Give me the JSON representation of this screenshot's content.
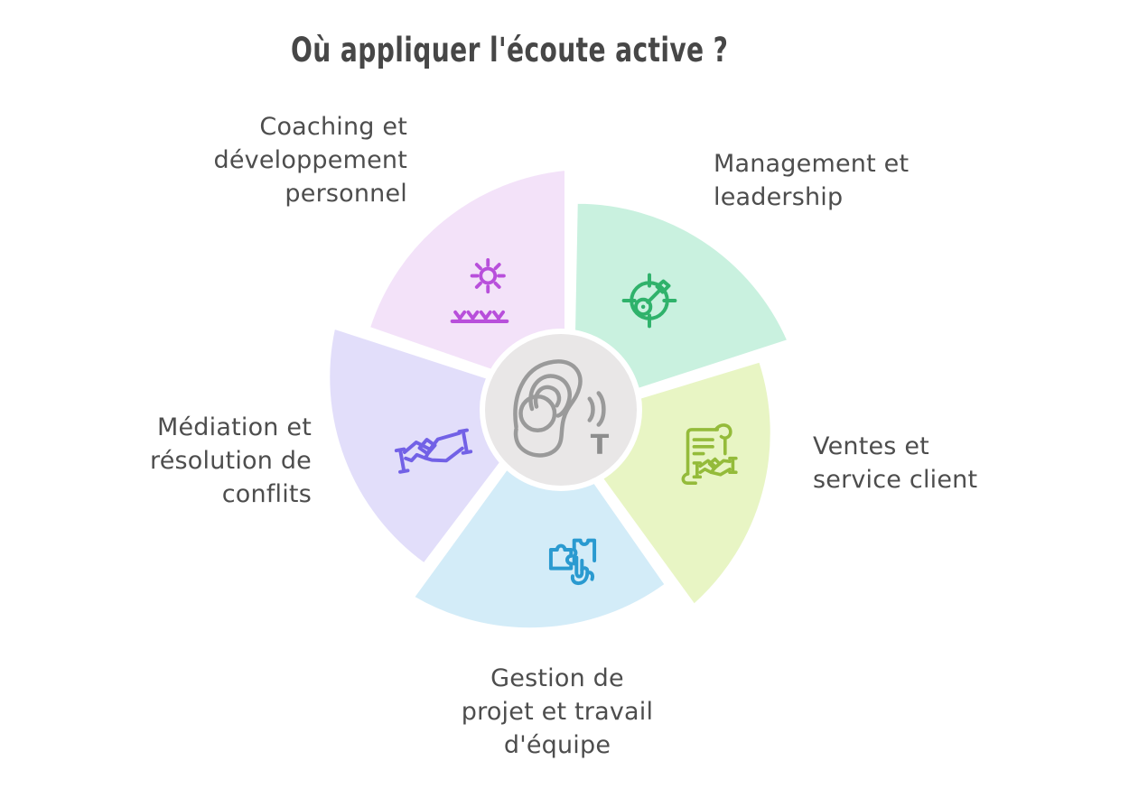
{
  "title": "Où appliquer l'écoute active ?",
  "background": "#ffffff",
  "text_color": "#4d4d4d",
  "center": {
    "icon": "ear-hearing-loop-icon",
    "circle_fill": "#e9e7e7",
    "ring_color": "#ffffff",
    "icon_color": "#9a9a9a",
    "t_label": "T"
  },
  "segments": [
    {
      "name": "coaching",
      "label": "Coaching et développement personnel",
      "lines": [
        "Coaching et",
        "développement",
        "personnel"
      ],
      "fill": "#f3e2f9",
      "icon": "sun-growth-icon",
      "icon_color": "#b84fdb"
    },
    {
      "name": "management",
      "label": "Management et leadership",
      "lines": [
        "Management et",
        "leadership"
      ],
      "fill": "#c9f1df",
      "icon": "target-key-icon",
      "icon_color": "#2fb26b"
    },
    {
      "name": "ventes",
      "label": "Ventes et service client",
      "lines": [
        "Ventes et",
        "service client"
      ],
      "fill": "#e8f5c4",
      "icon": "contract-handshake-icon",
      "icon_color": "#94bb3a"
    },
    {
      "name": "gestion",
      "label": "Gestion de projet et travail d'équipe",
      "lines": [
        "Gestion de",
        "projet et travail",
        "d'équipe"
      ],
      "fill": "#d3ecf8",
      "icon": "puzzle-hand-icon",
      "icon_color": "#2a9ad0"
    },
    {
      "name": "mediation",
      "label": "Médiation et résolution de conflits",
      "lines": [
        "Médiation et",
        "résolution de",
        "conflits"
      ],
      "fill": "#e2defa",
      "icon": "handshake-icon",
      "icon_color": "#7261e6"
    }
  ]
}
